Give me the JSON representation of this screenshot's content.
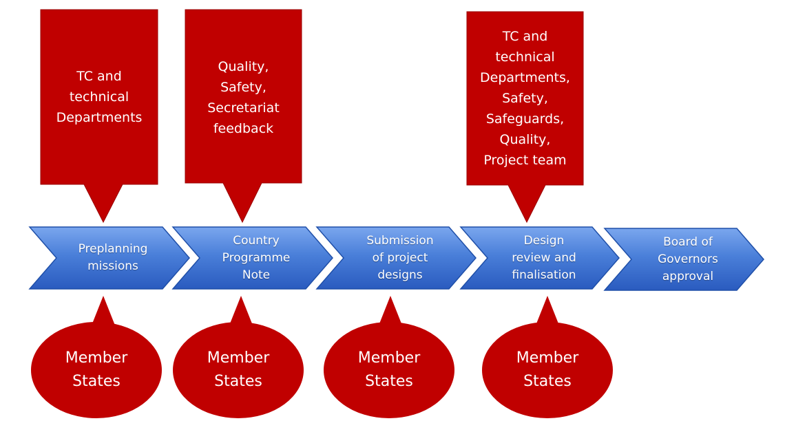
{
  "colors": {
    "callout_fill": "#c00000",
    "callout_stroke": "#8b0000",
    "step_fill_top": "#6d9ce8",
    "step_fill_bottom": "#2f63c6",
    "step_stroke": "#1f4fa8"
  },
  "callouts_top": [
    {
      "text": "TC and\ntechnical\nDepartments"
    },
    {
      "text": "Quality,\nSafety,\nSecretariat\nfeedback"
    },
    {
      "text": "TC and\ntechnical\nDepartments,\nSafety,\nSafeguards,\nQuality,\nProject team"
    }
  ],
  "steps": [
    {
      "label": "Preplanning\nmissions"
    },
    {
      "label": "Country\nProgramme\nNote"
    },
    {
      "label": "Submission\nof project\ndesigns"
    },
    {
      "label": "Design\nreview and\nfinalisation"
    },
    {
      "label": "Board of\nGovernors\napproval"
    }
  ],
  "bubbles_bottom": [
    {
      "text": "Member\nStates"
    },
    {
      "text": "Member\nStates"
    },
    {
      "text": "Member\nStates"
    },
    {
      "text": "Member\nStates"
    }
  ]
}
